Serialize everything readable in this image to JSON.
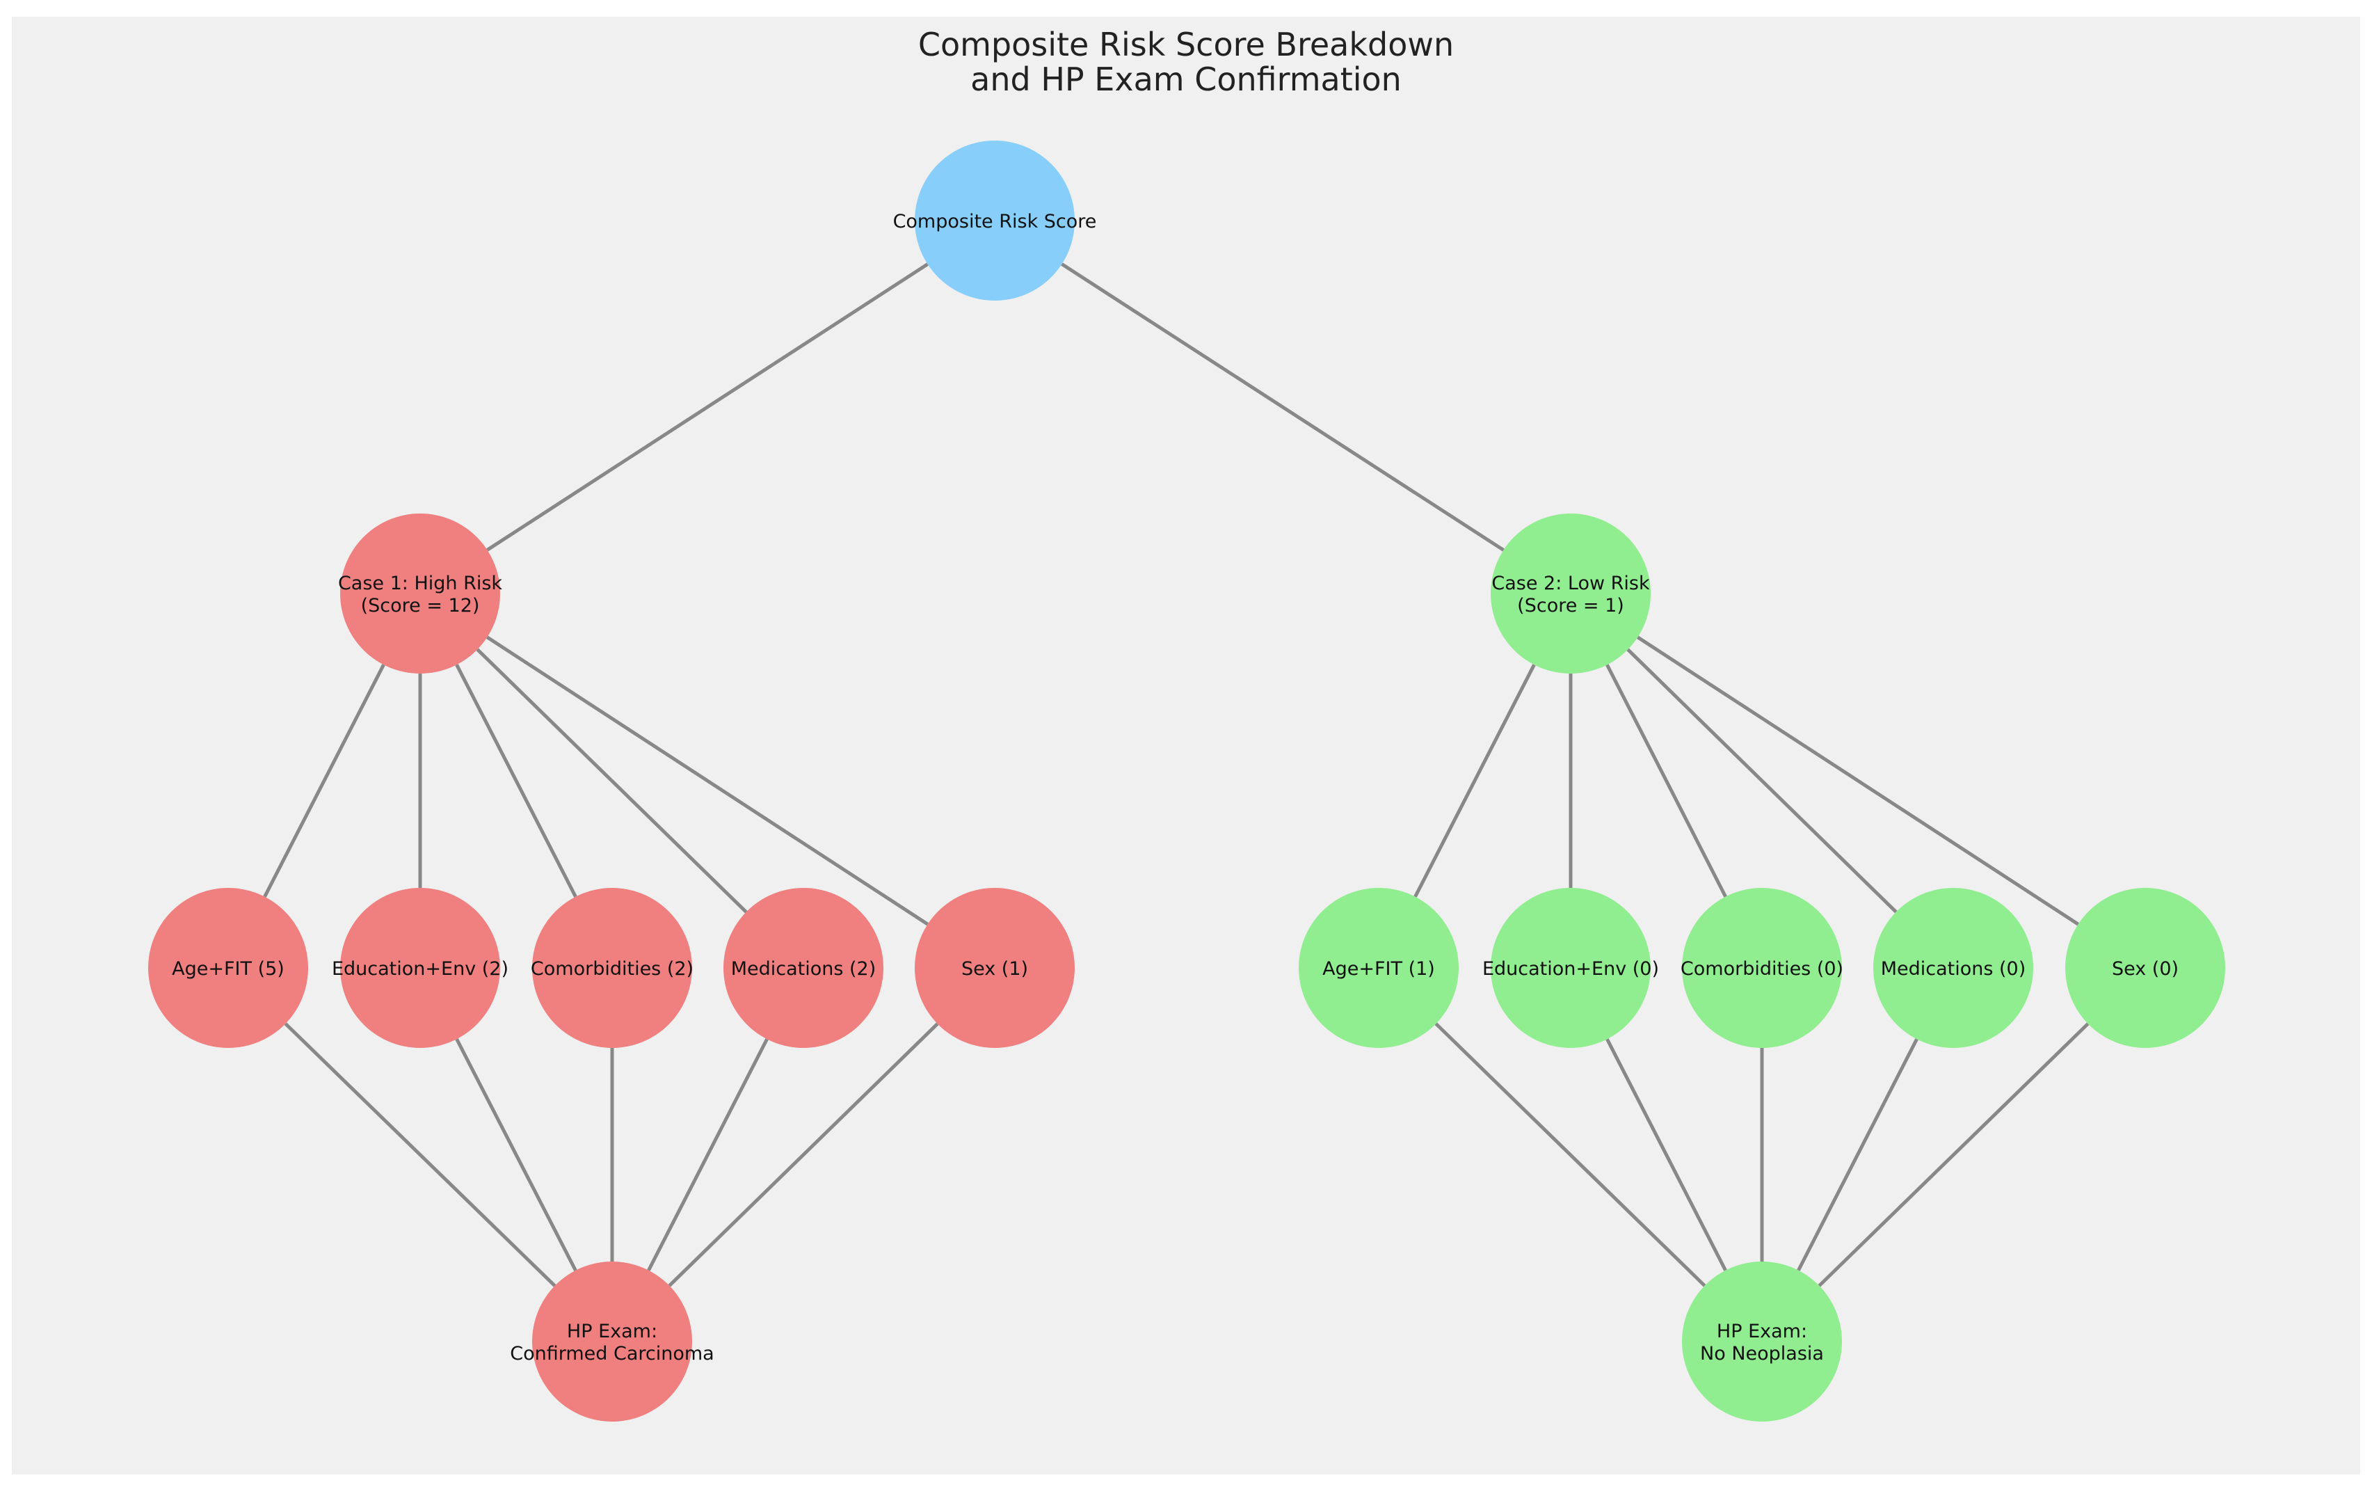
{
  "title": {
    "line1": "Composite Risk Score Breakdown",
    "line2": "and HP Exam Confirmation"
  },
  "colors": {
    "background": "#f0f0f0",
    "root": "#87cefa",
    "high_risk": "#f08080",
    "low_risk": "#90ee90",
    "edge": "#888888"
  },
  "nodes": [
    {
      "id": "root",
      "lines": [
        "Composite Risk Score"
      ],
      "group": "root"
    },
    {
      "id": "case1",
      "lines": [
        "Case 1: High Risk",
        "(Score = 12)"
      ],
      "group": "high_risk"
    },
    {
      "id": "case2",
      "lines": [
        "Case 2: Low Risk",
        "(Score = 1)"
      ],
      "group": "low_risk"
    },
    {
      "id": "c1_age",
      "lines": [
        "Age+FIT (5)"
      ],
      "group": "high_risk"
    },
    {
      "id": "c1_edu",
      "lines": [
        "Education+Env (2)"
      ],
      "group": "high_risk"
    },
    {
      "id": "c1_com",
      "lines": [
        "Comorbidities (2)"
      ],
      "group": "high_risk"
    },
    {
      "id": "c1_med",
      "lines": [
        "Medications (2)"
      ],
      "group": "high_risk"
    },
    {
      "id": "c1_sex",
      "lines": [
        "Sex (1)"
      ],
      "group": "high_risk"
    },
    {
      "id": "c2_age",
      "lines": [
        "Age+FIT (1)"
      ],
      "group": "low_risk"
    },
    {
      "id": "c2_edu",
      "lines": [
        "Education+Env (0)"
      ],
      "group": "low_risk"
    },
    {
      "id": "c2_com",
      "lines": [
        "Comorbidities (0)"
      ],
      "group": "low_risk"
    },
    {
      "id": "c2_med",
      "lines": [
        "Medications (0)"
      ],
      "group": "low_risk"
    },
    {
      "id": "c2_sex",
      "lines": [
        "Sex (0)"
      ],
      "group": "low_risk"
    },
    {
      "id": "hp1",
      "lines": [
        "HP Exam:",
        "Confirmed Carcinoma"
      ],
      "group": "high_risk"
    },
    {
      "id": "hp2",
      "lines": [
        "HP Exam:",
        "No Neoplasia"
      ],
      "group": "low_risk"
    }
  ],
  "edges": [
    [
      "root",
      "case1"
    ],
    [
      "root",
      "case2"
    ],
    [
      "case1",
      "c1_age"
    ],
    [
      "case1",
      "c1_edu"
    ],
    [
      "case1",
      "c1_com"
    ],
    [
      "case1",
      "c1_med"
    ],
    [
      "case1",
      "c1_sex"
    ],
    [
      "case2",
      "c2_age"
    ],
    [
      "case2",
      "c2_edu"
    ],
    [
      "case2",
      "c2_com"
    ],
    [
      "case2",
      "c2_med"
    ],
    [
      "case2",
      "c2_sex"
    ],
    [
      "c1_age",
      "hp1"
    ],
    [
      "c1_edu",
      "hp1"
    ],
    [
      "c1_com",
      "hp1"
    ],
    [
      "c1_med",
      "hp1"
    ],
    [
      "c1_sex",
      "hp1"
    ],
    [
      "c2_age",
      "hp2"
    ],
    [
      "c2_edu",
      "hp2"
    ],
    [
      "c2_com",
      "hp2"
    ],
    [
      "c2_med",
      "hp2"
    ],
    [
      "c2_sex",
      "hp2"
    ]
  ]
}
